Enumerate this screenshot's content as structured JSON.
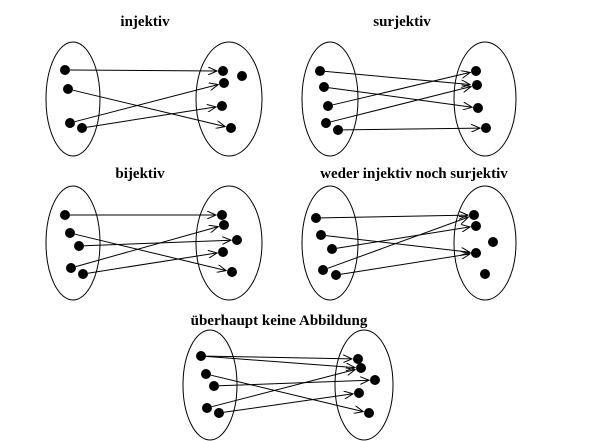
{
  "panels": [
    {
      "id": "injektiv",
      "title": "injektiv"
    },
    {
      "id": "surjektiv",
      "title": "surjektiv"
    },
    {
      "id": "bijektiv",
      "title": "bijektiv"
    },
    {
      "id": "weder",
      "title": "weder injektiv noch surjektiv"
    },
    {
      "id": "keine",
      "title": "überhaupt keine Abbildung"
    }
  ],
  "colors": {
    "background": "#ffffff",
    "ink": "#000000"
  }
}
